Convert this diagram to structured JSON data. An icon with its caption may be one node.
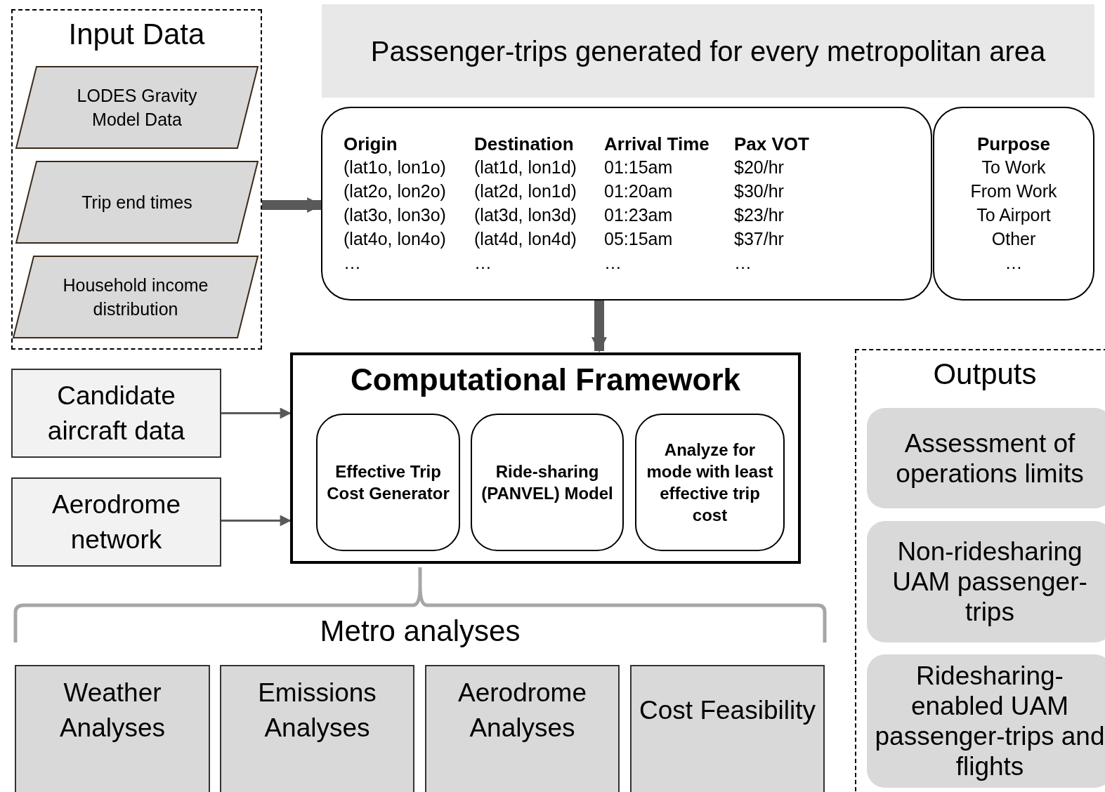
{
  "diagram": {
    "nodes": [
      {
        "text": [
          "Input Data"
        ]
      },
      {
        "text": [
          "LODES Gravity Model Data"
        ],
        "in": 0
      },
      {
        "text": [
          "Trip end times"
        ],
        "in": 0
      },
      {
        "text": [
          "Household income distribution"
        ],
        "in": 0
      },
      {
        "text": [
          "Passenger-trips generated for every metropolitan area"
        ]
      },
      {
        "text": [
          "Origin",
          "Destination",
          "Arrival Time",
          "Pax VOT",
          "(lat1o, lon1o)",
          "(lat1d, lon1d)",
          "01:15am",
          "$20/hr",
          "(lat2o, lon2o)",
          "(lat2d, lon1d)",
          "01:20am",
          "$30/hr",
          "(lat3o, lon3o)",
          "(lat3d, lon3d)",
          "01:23am",
          "$23/hr",
          "(lat4o, lon4o)",
          "(lat4d, lon4d)",
          "05:15am",
          "$37/hr",
          "…",
          "…",
          "…",
          "…"
        ]
      },
      {
        "text": [
          "Purpose",
          "To Work",
          "From Work",
          "To Airport",
          "Other",
          "…"
        ]
      },
      {
        "text": [
          "Computational Framework"
        ]
      },
      {
        "text": [
          "Effective Trip Cost Generator"
        ],
        "in": 7
      },
      {
        "text": [
          "Ride-sharing (PANVEL) Model"
        ],
        "in": 7
      },
      {
        "text": [
          "Analyze for mode with least effective trip cost"
        ],
        "in": 7
      },
      {
        "text": [
          "Candidate aircraft data"
        ]
      },
      {
        "text": [
          "Aerodrome network"
        ]
      },
      {
        "text": [
          "Weather Analyses"
        ]
      },
      {
        "text": [
          "Emissions Analyses"
        ]
      },
      {
        "text": [
          "Aerodrome Analyses"
        ]
      },
      {
        "text": [
          "Cost Feasibility"
        ]
      },
      {
        "text": [
          "Outputs"
        ]
      },
      {
        "text": [
          "Assessment of operations limits"
        ],
        "in": 17
      },
      {
        "text": [
          "Non-ridesharing UAM passenger-trips"
        ],
        "in": 17
      },
      {
        "text": [
          "Ridesharing-enabled UAM passenger-trips and flights"
        ],
        "in": 17
      }
    ],
    "edges": [
      {
        "from": 0,
        "to": 5,
        "arrow": "to",
        "style": "thick"
      },
      {
        "from": 5,
        "to": 7,
        "arrow": "to",
        "style": "thick"
      },
      {
        "from": 11,
        "to": 7,
        "arrow": "to"
      },
      {
        "from": 12,
        "to": 7,
        "arrow": "to"
      }
    ],
    "labels": [
      "Metro analyses"
    ]
  }
}
